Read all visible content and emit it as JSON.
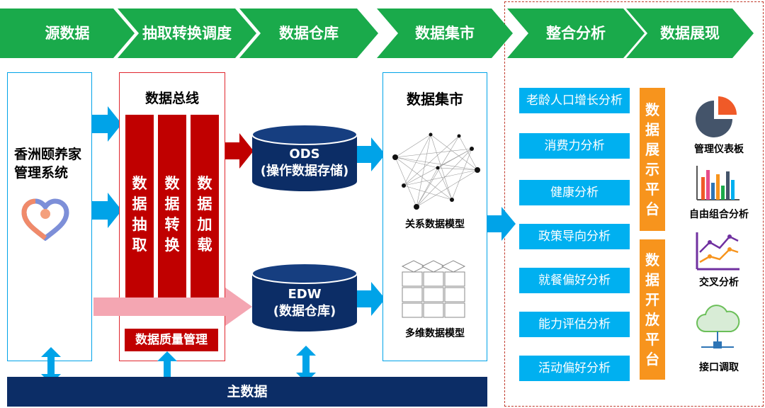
{
  "stages": [
    "源数据",
    "抽取转换调度",
    "数据仓库",
    "数据集市",
    "整合分析",
    "数据展现"
  ],
  "source": {
    "title": "香洲颐养家管理系统"
  },
  "bus": {
    "title": "数据总线",
    "columns": [
      "数据抽取",
      "数据转换",
      "数据加载"
    ],
    "quality": "数据质量管理"
  },
  "warehouse": {
    "ods_name": "ODS",
    "ods_desc": "(操作数据存储)",
    "edw_name": "EDW",
    "edw_desc": "(数据仓库)"
  },
  "mart": {
    "title": "数据集市",
    "relational": "关系数据模型",
    "multidim": "多维数据模型"
  },
  "analysis": [
    "老龄人口增长分析",
    "消费力分析",
    "健康分析",
    "政策导向分析",
    "就餐偏好分析",
    "能力评估分析",
    "活动偏好分析"
  ],
  "platforms": [
    "数据展示平台",
    "数据开放平台"
  ],
  "presentation": [
    "管理仪表板",
    "自由组合分析",
    "交叉分析",
    "接口调取"
  ],
  "master_data": "主数据",
  "colors": {
    "stage_green": "#1aaa4b",
    "cyan": "#00b0f0",
    "navy": "#0c2d66",
    "red": "#c00000",
    "orange": "#f7941d"
  }
}
